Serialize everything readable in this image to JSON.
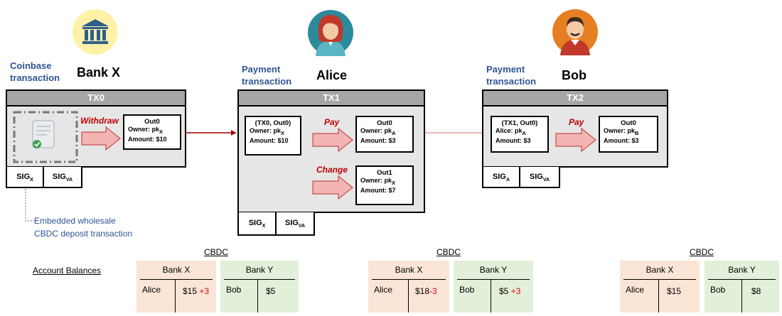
{
  "actors": {
    "bank_x": "Bank X",
    "alice": "Alice",
    "bob": "Bob"
  },
  "captions": {
    "coinbase": [
      "Coinbase",
      "transaction"
    ],
    "payment1": [
      "Payment",
      "transaction"
    ],
    "payment2": [
      "Payment",
      "transaction"
    ],
    "embedded": [
      "Embedded wholesale",
      "CBDC deposit transaction"
    ]
  },
  "tx0": {
    "title": "TX0",
    "action": "Withdraw",
    "out0": {
      "title": "Out0",
      "owner": "Owner: pk",
      "owner_sub": "X",
      "amount": "Amount: $10"
    },
    "sig1": {
      "label": "SIG",
      "sub": "X"
    },
    "sig2": {
      "label": "SIG",
      "sub": "VA"
    }
  },
  "tx1": {
    "title": "TX1",
    "input": {
      "title": "(TX0, Out0)",
      "owner": "Owner: pk",
      "owner_sub": "X",
      "amount": "Amount: $10"
    },
    "action_pay": "Pay",
    "action_change": "Change",
    "out0": {
      "title": "Out0",
      "owner": "Owner: pk",
      "owner_sub": "A",
      "amount": "Amount: $3"
    },
    "out1": {
      "title": "Out1",
      "owner": "Owner: pk",
      "owner_sub": "X",
      "amount": "Amount: $7"
    },
    "sig1": {
      "label": "SIG",
      "sub": "X"
    },
    "sig2": {
      "label": "SIG",
      "sub": "VA"
    }
  },
  "tx2": {
    "title": "TX2",
    "input": {
      "title": "(TX1, Out0)",
      "owner": "Alice: pk",
      "owner_sub": "A",
      "amount": "Amount: $3"
    },
    "action_pay": "Pay",
    "out0": {
      "title": "Out0",
      "owner": "Owner: pk",
      "owner_sub": "B",
      "amount": "Amount: $3"
    },
    "sig1": {
      "label": "SIG",
      "sub": "A"
    },
    "sig2": {
      "label": "SIG",
      "sub": "VA"
    }
  },
  "balances": {
    "label": "Account Balances",
    "cbdc": "CBDC",
    "bank_x": "Bank X",
    "bank_y": "Bank Y",
    "ledger1": {
      "x_name": "Alice",
      "x_amt": "$15",
      "x_delta": "+3",
      "y_name": "Bob",
      "y_amt": "$5",
      "y_delta": ""
    },
    "ledger2": {
      "x_name": "Alice",
      "x_amt": "$18",
      "x_delta": "-3",
      "y_name": "Bob",
      "y_amt": "$5",
      "y_delta": "+3"
    },
    "ledger3": {
      "x_name": "Alice",
      "x_amt": "$15",
      "x_delta": "",
      "y_name": "Bob",
      "y_amt": "$8",
      "y_delta": ""
    }
  },
  "colors": {
    "bank_x_bg": "#fbe5d6",
    "bank_y_bg": "#e2f0d9",
    "action": "#c00000",
    "arrow_fill": "#f4b4b4",
    "caption": "#2f5496"
  }
}
